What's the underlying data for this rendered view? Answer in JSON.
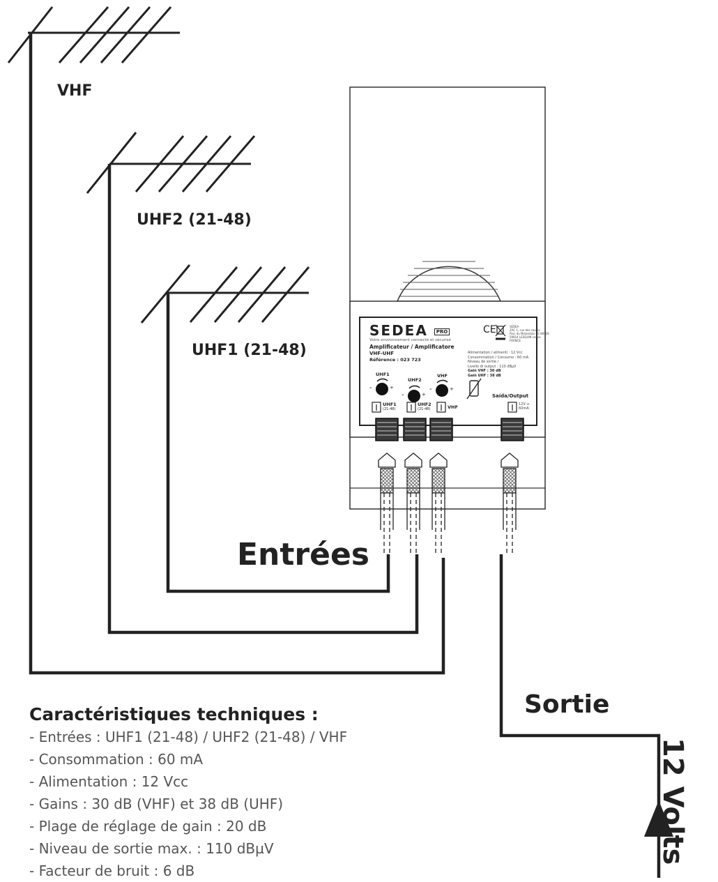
{
  "antennas": {
    "vhf": "VHF",
    "uhf2": "UHF2 (21-48)",
    "uhf1": "UHF1 (21-48)"
  },
  "labels": {
    "inputs": "Entrées",
    "output": "Sortie",
    "power": "12 Volts"
  },
  "device": {
    "brand": "SEDEA",
    "brand_badge": "PRO",
    "tagline": "Votre environnement connecté et sécurisé",
    "title": "Amplificateur / Amplificatore",
    "model": "VHF-UHF",
    "reference": "Référence : 023 723",
    "address": [
      "SEDEA",
      "ZAC 1, rue des saules",
      "Parc du Molandais CS 80926",
      "59814 LESQUIN cedex",
      "FRANCE"
    ],
    "ce_mark": "CE",
    "spec_lines": [
      "Alimentation / alimenti : 12 Vcc",
      "Consommation / Consumo : 60 mA",
      "Niveau de sortie /",
      "Livello di output : 110 dBµV",
      "Gain VHF : 30 dB",
      "Gain UHF : 38 dB"
    ],
    "knob_labels": [
      "UHF1",
      "UHF2",
      "VHF"
    ],
    "minus": "-",
    "plus": "+",
    "port_uhf1": "UHF1",
    "port_uhf1_range": "(21-48)",
    "port_uhf2": "UHF2",
    "port_uhf2_range": "(21-48)",
    "port_vhf": "VHF",
    "output_label": "Saída/Output",
    "output_power": "12V ⎓",
    "output_current": "60mA"
  },
  "specs": {
    "heading": "Caractéristiques techniques :",
    "items": [
      "- Entrées : UHF1 (21-48) / UHF2 (21-48) / VHF",
      "- Consommation : 60 mA",
      "- Alimentation : 12 Vcc",
      "- Gains : 30 dB (VHF) et 38 dB (UHF)",
      "- Plage de réglage de gain : 20 dB",
      "- Niveau de sortie max. : 110 dBµV",
      "- Facteur de bruit : 6 dB"
    ]
  },
  "colors": {
    "line": "#222222",
    "text": "#222222",
    "spec_text": "#555555"
  }
}
